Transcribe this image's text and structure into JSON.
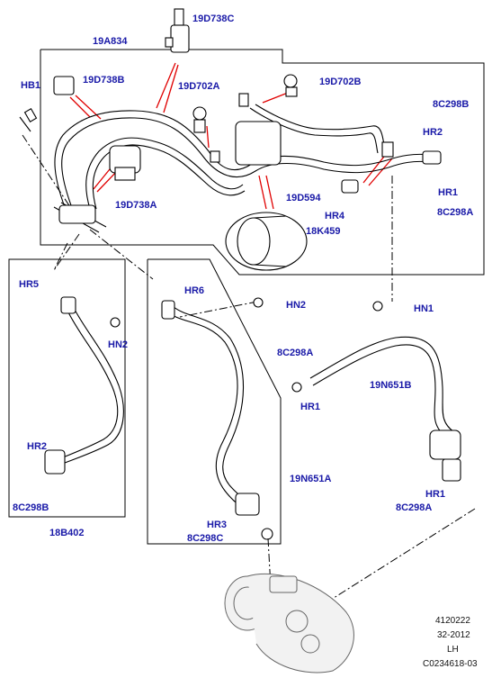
{
  "callouts": {
    "c_19D738C": "19D738C",
    "c_19A834": "19A834",
    "c_HB1": "HB1",
    "c_19D738B": "19D738B",
    "c_19D702A": "19D702A",
    "c_19D702B": "19D702B",
    "c_8C298B_top": "8C298B",
    "c_HR2_top": "HR2",
    "c_HR1_top": "HR1",
    "c_8C298A_top": "8C298A",
    "c_19D594": "19D594",
    "c_HR4": "HR4",
    "c_18K459": "18K459",
    "c_19D738A": "19D738A",
    "c_HR5": "HR5",
    "c_HR6": "HR6",
    "c_HN2_mid": "HN2",
    "c_HN1": "HN1",
    "c_HN2_left": "HN2",
    "c_8C298A_mid": "8C298A",
    "c_HR1_mid": "HR1",
    "c_19N651B": "19N651B",
    "c_HR2_left": "HR2",
    "c_8C298B_left": "8C298B",
    "c_18B402": "18B402",
    "c_19N651A": "19N651A",
    "c_HR1_right": "HR1",
    "c_8C298A_right": "8C298A",
    "c_HR3": "HR3",
    "c_8C298C": "8C298C"
  },
  "metadata": {
    "ref": "4120222",
    "date": "32-2012",
    "side": "LH",
    "code": "C0234618-03"
  },
  "colors": {
    "callout_text": "#1a1aa8",
    "leader_red": "#e00000",
    "line_work": "#000000"
  }
}
